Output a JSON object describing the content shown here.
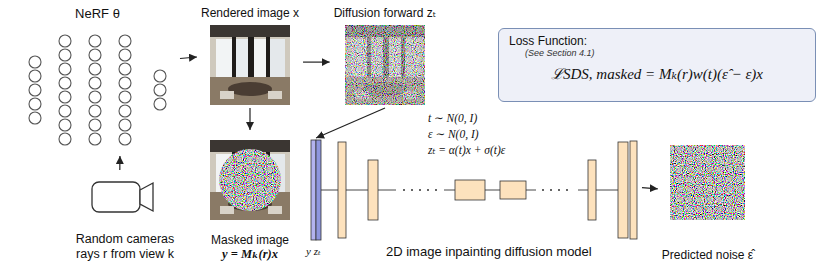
{
  "diagram": {
    "nodes": [
      {
        "text": [
          "NeRF θ"
        ]
      },
      {
        "text": [
          "Rendered image x"
        ]
      },
      {
        "text": [
          "Diffusion forward zₜ"
        ]
      },
      {
        "text": [
          "Loss Function:",
          "(See Section 4.1)",
          "ℒSDS, masked = Mₖ(r)w(t)(ε̂ − ε)x"
        ]
      },
      {
        "text": [
          "Random cameras rays r from view k"
        ]
      },
      {
        "text": [
          "Masked image",
          "y = Mₖ(r)x"
        ]
      },
      {
        "text": [
          "y zₜ",
          "2D image inpainting diffusion model"
        ]
      },
      {
        "text": [
          "Predicted noise ε̂"
        ]
      }
    ],
    "edges": [
      {
        "from": 4,
        "to": 0,
        "arrow": "to"
      },
      {
        "from": 0,
        "to": 1,
        "arrow": "to"
      },
      {
        "from": 1,
        "to": 2,
        "arrow": "to"
      },
      {
        "from": 1,
        "to": 5,
        "arrow": "to"
      },
      {
        "from": 2,
        "to": 6,
        "arrow": "to"
      },
      {
        "from": 6,
        "to": 7,
        "arrow": "to"
      }
    ],
    "labels": [
      "t ∼ N(0, I)",
      "ε ∼ N(0, I)",
      "zₜ = α(t)x + σ(t)ε"
    ]
  }
}
